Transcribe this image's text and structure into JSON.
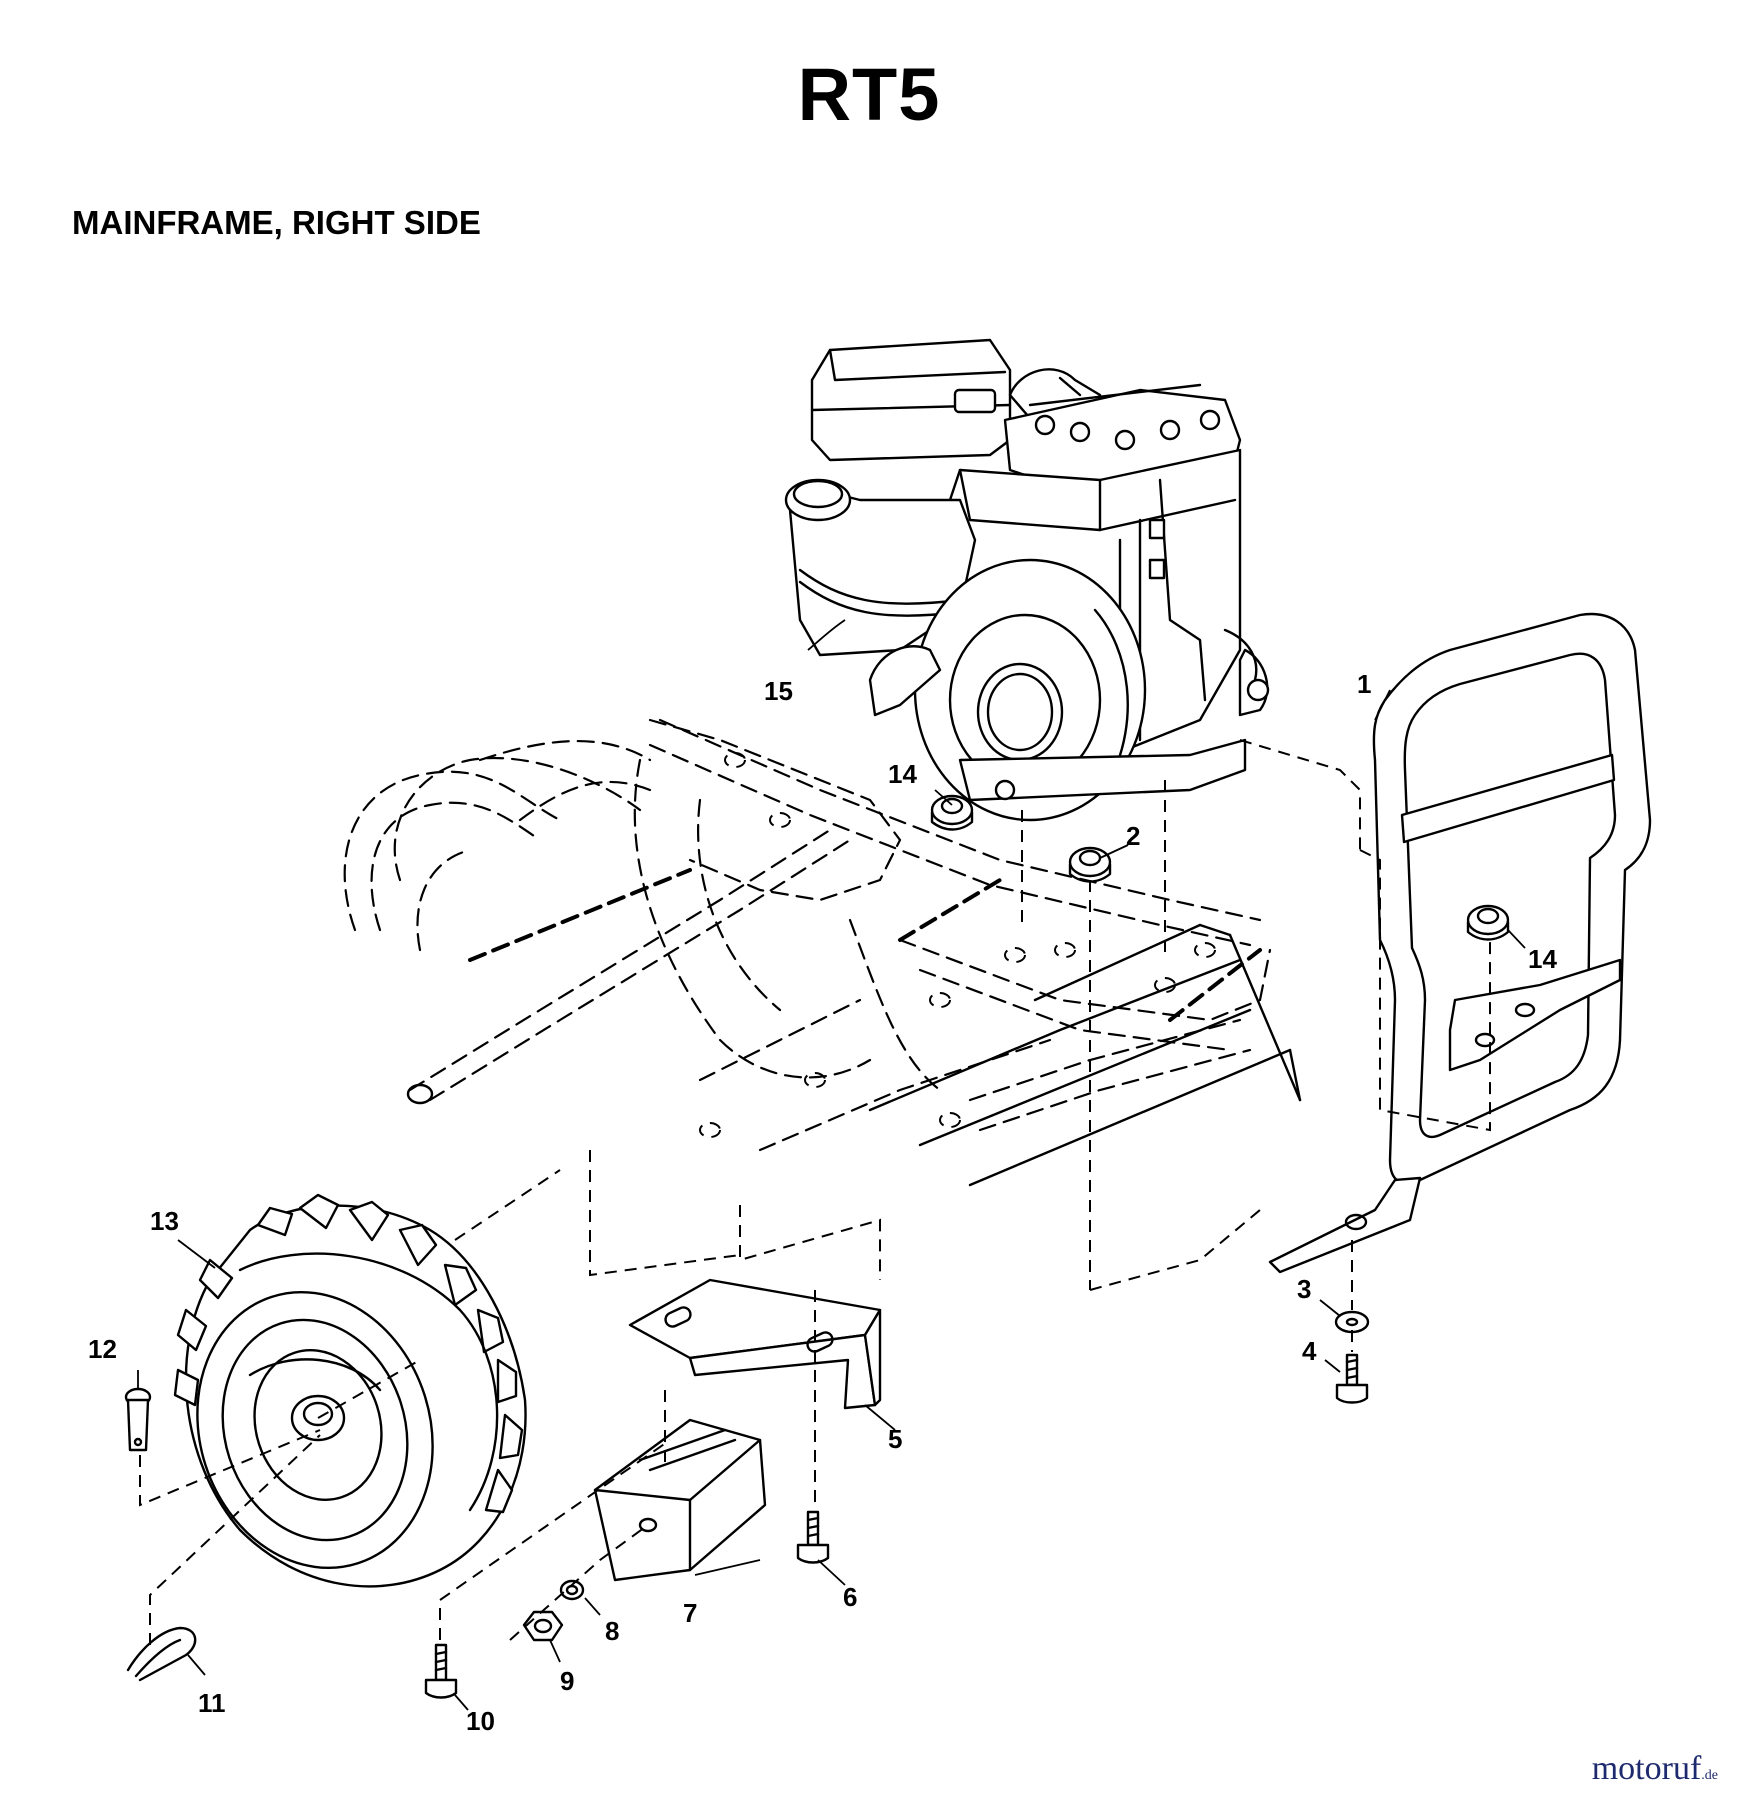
{
  "header": {
    "model": "RT5",
    "section": "MAINFRAME, RIGHT SIDE"
  },
  "callouts": [
    {
      "id": "c1",
      "label": "1"
    },
    {
      "id": "c2",
      "label": "2"
    },
    {
      "id": "c3",
      "label": "3"
    },
    {
      "id": "c4",
      "label": "4"
    },
    {
      "id": "c5",
      "label": "5"
    },
    {
      "id": "c6",
      "label": "6"
    },
    {
      "id": "c7",
      "label": "7"
    },
    {
      "id": "c8",
      "label": "8"
    },
    {
      "id": "c9",
      "label": "9"
    },
    {
      "id": "c10",
      "label": "10"
    },
    {
      "id": "c11",
      "label": "11"
    },
    {
      "id": "c12",
      "label": "12"
    },
    {
      "id": "c13",
      "label": "13"
    },
    {
      "id": "c14a",
      "label": "14"
    },
    {
      "id": "c14b",
      "label": "14"
    },
    {
      "id": "c15",
      "label": "15"
    }
  ],
  "watermark": {
    "text": "motoruf",
    "suffix": ".de",
    "color": "#1e2a6e"
  }
}
